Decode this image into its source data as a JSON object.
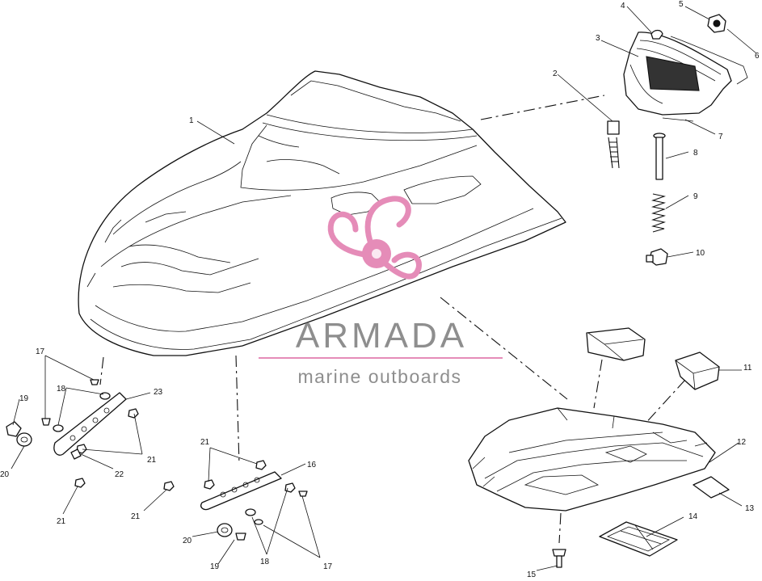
{
  "callouts": {
    "c1": "1",
    "c2": "2",
    "c3": "3",
    "c4": "4",
    "c5": "5",
    "c6": "6",
    "c7": "7",
    "c8": "8",
    "c9": "9",
    "c10": "10",
    "c11": "11",
    "c12": "12",
    "c13": "13",
    "c14": "14",
    "c15": "15",
    "c16": "16",
    "c17a": "17",
    "c17b": "17",
    "c18a": "18",
    "c18b": "18",
    "c19a": "19",
    "c19b": "19",
    "c20a": "20",
    "c20b": "20",
    "c21a": "21",
    "c21b": "21",
    "c21c": "21",
    "c21d": "21",
    "c22": "22",
    "c23": "23"
  },
  "watermark": {
    "brand": "ARMADA",
    "tagline": "marine outboards",
    "colors": {
      "logo": "#e58cb8",
      "text": "#8e8e8e"
    }
  }
}
